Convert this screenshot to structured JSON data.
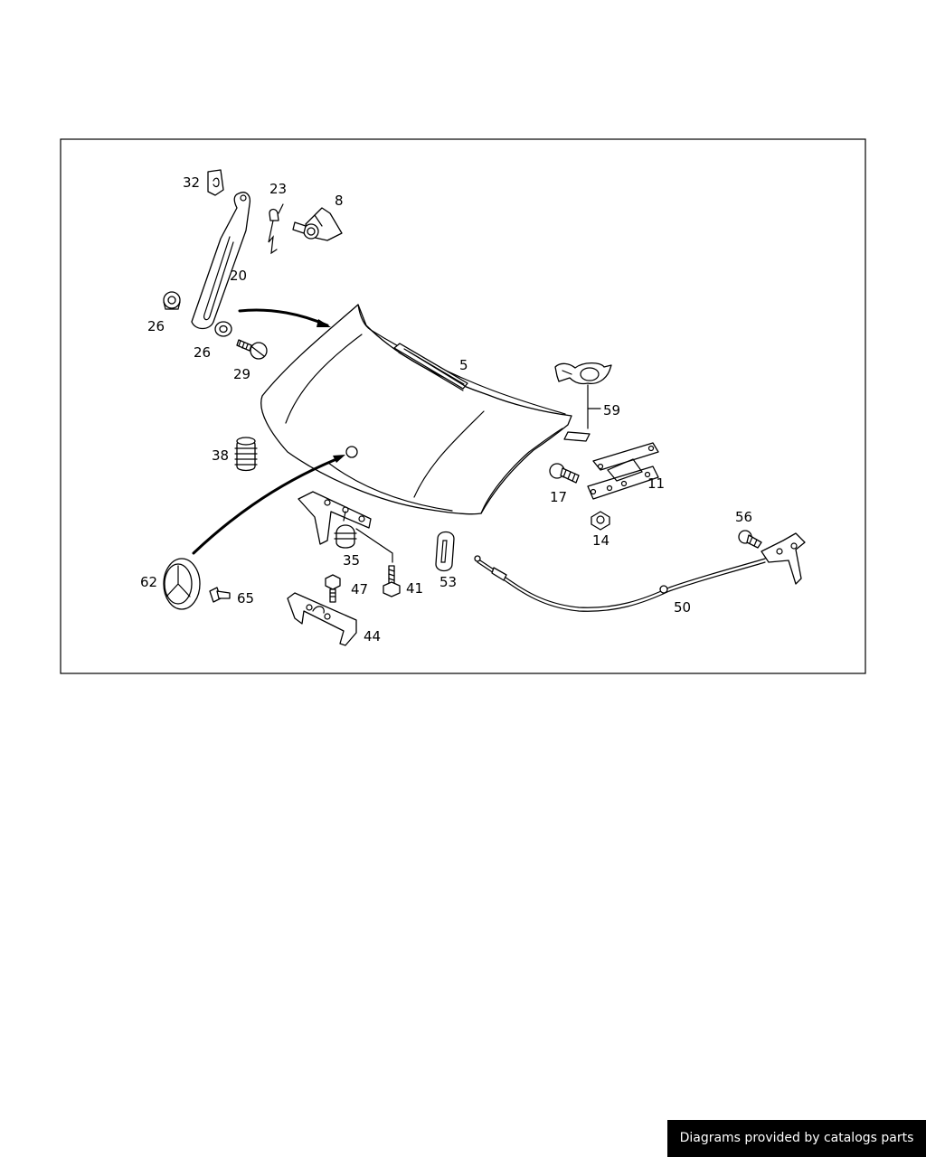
{
  "diagram": {
    "callouts": [
      {
        "id": "c32",
        "label": "32"
      },
      {
        "id": "c23",
        "label": "23"
      },
      {
        "id": "c8",
        "label": "8"
      },
      {
        "id": "c20",
        "label": "20"
      },
      {
        "id": "c26a",
        "label": "26"
      },
      {
        "id": "c26b",
        "label": "26"
      },
      {
        "id": "c29",
        "label": "29"
      },
      {
        "id": "c5",
        "label": "5"
      },
      {
        "id": "c59",
        "label": "59"
      },
      {
        "id": "c38",
        "label": "38"
      },
      {
        "id": "c11",
        "label": "11"
      },
      {
        "id": "c17",
        "label": "17"
      },
      {
        "id": "c14",
        "label": "14"
      },
      {
        "id": "c56",
        "label": "56"
      },
      {
        "id": "c35",
        "label": "35"
      },
      {
        "id": "c53",
        "label": "53"
      },
      {
        "id": "c62",
        "label": "62"
      },
      {
        "id": "c47",
        "label": "47"
      },
      {
        "id": "c41",
        "label": "41"
      },
      {
        "id": "c65",
        "label": "65"
      },
      {
        "id": "c50",
        "label": "50"
      },
      {
        "id": "c44",
        "label": "44"
      }
    ]
  },
  "footer": {
    "credit_text": "Diagrams provided by catalogs parts"
  }
}
